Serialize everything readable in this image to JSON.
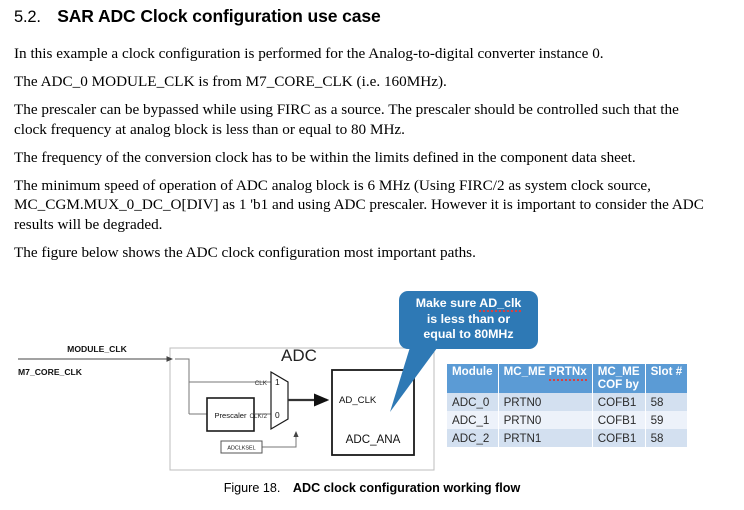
{
  "heading": {
    "number": "5.2.",
    "title": "SAR ADC Clock configuration  use case"
  },
  "paragraphs": [
    "In this example a clock configuration is performed for the Analog-to-digital converter instance 0.",
    "The ADC_0 MODULE_CLK is from M7_CORE_CLK (i.e. 160MHz).",
    "The prescaler can be bypassed while using FIRC as a source. The prescaler should be controlled such that the clock frequency at analog block is less than or equal to 80 MHz.",
    "The frequency of the conversion clock has to be within the limits defined in the component data sheet.",
    "The minimum speed of operation of ADC analog block is 6  MHz (Using FIRC/2 as system clock source, MC_CGM.MUX_0_DC_O[DIV] as 1 'b1 and using ADC prescaler. However it is important to consider the ADC results will be degraded.",
    "The figure below shows the ADC clock configuration most important paths."
  ],
  "diagram": {
    "input_signal_label": "M7_CORE_CLK",
    "module_clk_label": "MODULE_CLK",
    "block_title": "ADC",
    "prescaler_label": "Prescaler",
    "mux_input_1_label": "1",
    "mux_input_0_label": "0",
    "mux_clk_label": "CLK",
    "mux_clk_div2_label": "CLK/2",
    "select_label": "ADCLKSEL",
    "ad_clk_label": "AD_CLK",
    "adc_ana_label": "ADC_ANA"
  },
  "callout": {
    "line1_prefix": "Make sure ",
    "line1_highlight": "AD_clk",
    "line2": "is less than or",
    "line3": "equal to 80MHz",
    "color": "#2E79B5"
  },
  "table": {
    "headers": [
      {
        "l1": "Module",
        "l2": ""
      },
      {
        "l1": "MC_ME",
        "l2": "PRTNx"
      },
      {
        "l1": "MC_ME",
        "l2": "COF by"
      },
      {
        "l1": "Slot #",
        "l2": ""
      }
    ],
    "rows": [
      [
        "ADC_0",
        "PRTN0",
        "COFB1",
        "58"
      ],
      [
        "ADC_1",
        "PRTN0",
        "COFB1",
        "59"
      ],
      [
        "ADC_2",
        "PRTN1",
        "COFB1",
        "58"
      ]
    ],
    "header_color": "#5B9BD5",
    "row_odd_color": "#D3E0F0",
    "row_even_color": "#EDF2FA"
  },
  "caption": {
    "number": "Figure 18.",
    "text": "ADC clock configuration working flow"
  }
}
